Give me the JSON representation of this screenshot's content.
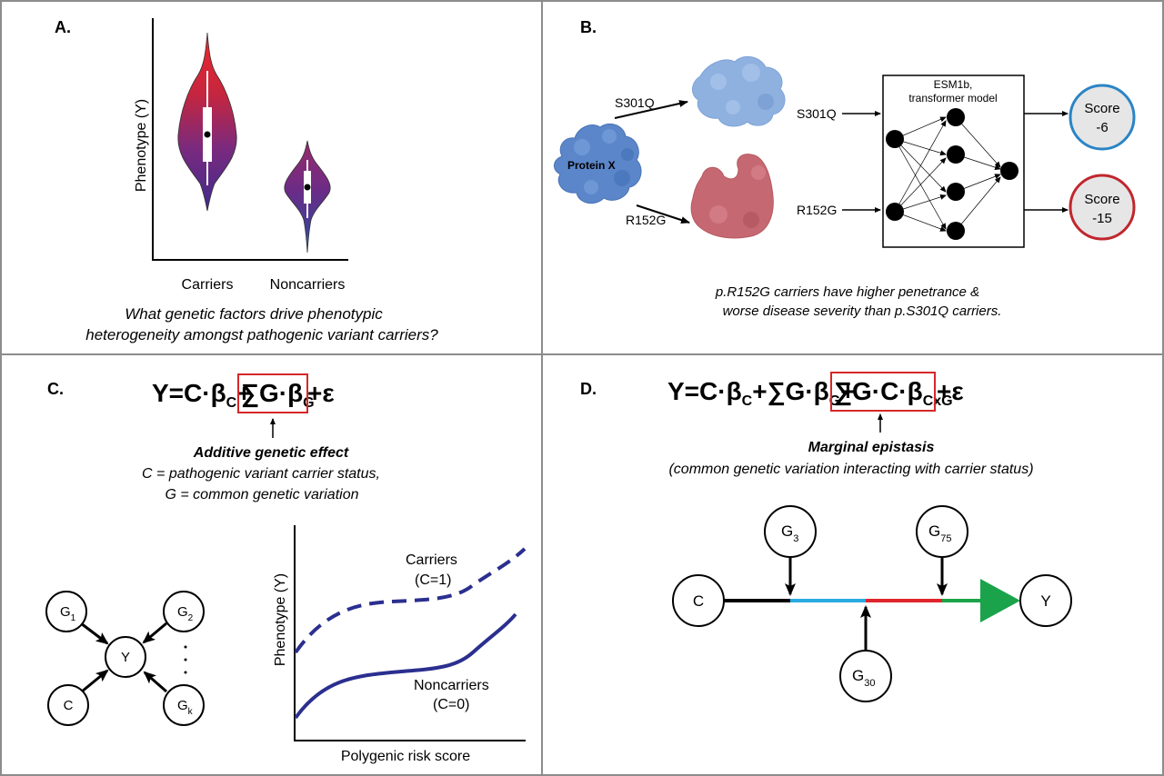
{
  "panels": {
    "a": {
      "label": "A.",
      "y_axis_label": "Phenotype (Y)",
      "categories": [
        "Carriers",
        "Noncarriers"
      ],
      "question_line1": "What genetic factors drive phenotypic",
      "question_line2": "heterogeneity amongst pathogenic variant carriers?"
    },
    "b": {
      "label": "B.",
      "protein_label": "Protein X",
      "variant1": "S301Q",
      "variant2": "R152G",
      "model_line1": "ESM1b,",
      "model_line2": "transformer model",
      "score1_label": "Score",
      "score1_value": "-6",
      "score2_label": "Score",
      "score2_value": "-15",
      "caption_line1": "p.R152G carriers have higher penetrance &",
      "caption_line2": "worse disease severity than p.S301Q carriers."
    },
    "c": {
      "label": "C.",
      "equation": {
        "y": "Y=C·β",
        "sub_c": "C",
        "plus1": "+",
        "sum": "∑G·β",
        "sub_g": "G",
        "end": "+ε"
      },
      "annotation_title": "Additive genetic effect",
      "annotation_line1": "C = pathogenic variant carrier status,",
      "annotation_line2": "G = common genetic variation",
      "nodes": {
        "g1": "G",
        "g1_sub": "1",
        "g2": "G",
        "g2_sub": "2",
        "y": "Y",
        "c": "C",
        "gk": "G",
        "gk_sub": "k",
        "dots": "·\n·\n·"
      },
      "plot": {
        "ylabel": "Phenotype (Y)",
        "xlabel": "Polygenic risk score",
        "carriers_line1": "Carriers",
        "carriers_line2": "(C=1)",
        "noncarriers_line1": "Noncarriers",
        "noncarriers_line2": "(C=0)"
      }
    },
    "d": {
      "label": "D.",
      "equation": {
        "y": "Y=C·β",
        "sub_c": "C",
        "mid": "+∑G·β",
        "sub_g": "G",
        "plus": "+",
        "box": "∑G·C·β",
        "sub_cxg": "CxG",
        "end": "+ε"
      },
      "annotation_title": "Marginal epistasis",
      "annotation_line1": "(common genetic variation interacting with carrier status)",
      "nodes": {
        "c": "C",
        "y": "Y",
        "g3": "G",
        "g3_sub": "3",
        "g75": "G",
        "g75_sub": "75",
        "g30": "G",
        "g30_sub": "30"
      }
    }
  },
  "colors": {
    "panel_border": "#8c8c8c",
    "highlight_box": "#d62728",
    "violin_top": "#e8202a",
    "violin_mid": "#8b2a7a",
    "violin_bottom": "#4b2a8e",
    "violin_tail": "#2e63b0",
    "curve": "#2b2f8f",
    "score_blue": "#2a84c6",
    "score_red": "#c0272d",
    "score_fill": "#e6e6e6",
    "protein_blue": "#5b86c9",
    "protein_lightblue": "#8fb1e0",
    "protein_red": "#c66872",
    "segment_black": "#000000",
    "segment_cyan": "#29abe2",
    "segment_red": "#e0242b",
    "segment_green": "#1aa34a"
  }
}
